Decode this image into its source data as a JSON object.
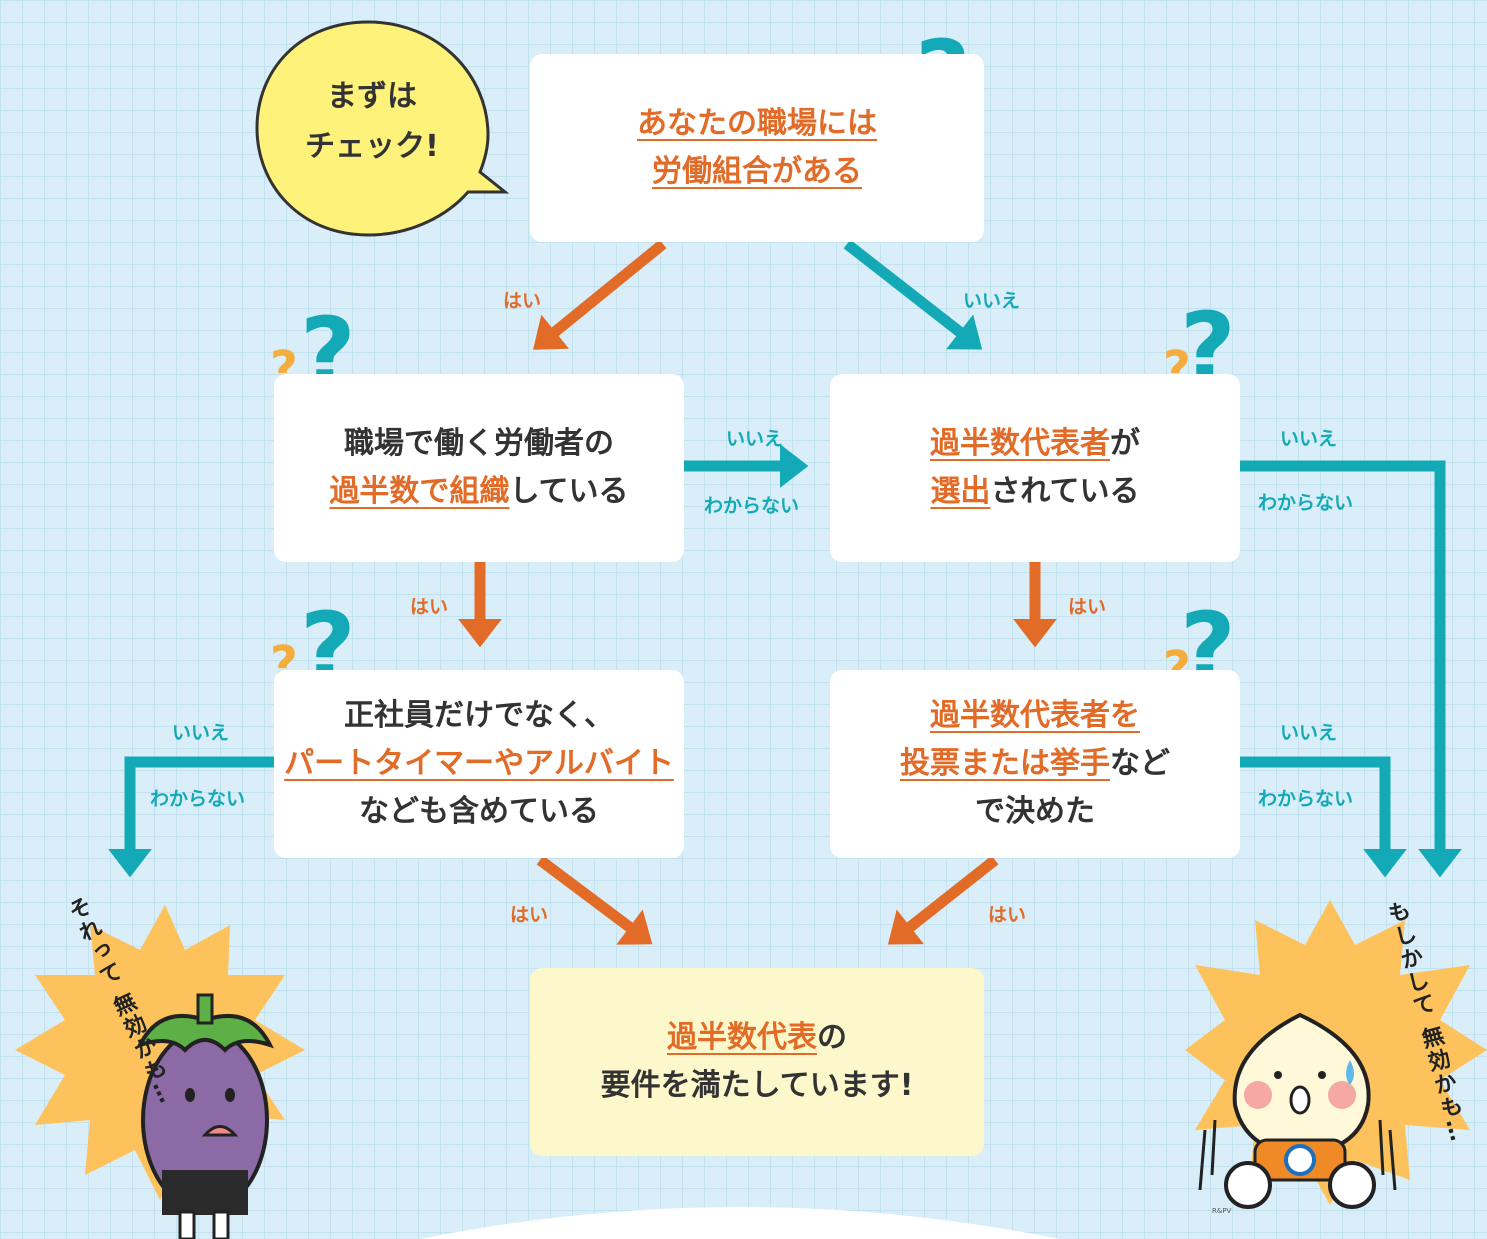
{
  "bubble": {
    "line1": "まずは",
    "line2": "チェック!"
  },
  "nodes": {
    "union": {
      "parts": [
        [
          {
            "t": "あなたの職場には",
            "hl": true
          }
        ],
        [
          {
            "t": "労働組合がある",
            "hl": true
          }
        ]
      ]
    },
    "majority_org": {
      "parts": [
        [
          {
            "t": "職場で働く労働者の",
            "hl": false
          }
        ],
        [
          {
            "t": "過半数で組織",
            "hl": true
          },
          {
            "t": "している",
            "hl": false
          }
        ]
      ]
    },
    "rep_selected": {
      "parts": [
        [
          {
            "t": "過半数代表者",
            "hl": true
          },
          {
            "t": "が",
            "hl": false
          }
        ],
        [
          {
            "t": "選出",
            "hl": true
          },
          {
            "t": "されている",
            "hl": false
          }
        ]
      ]
    },
    "includes_part": {
      "parts": [
        [
          {
            "t": "正社員だけでなく、",
            "hl": false
          }
        ],
        [
          {
            "t": "パートタイマーやアルバイト",
            "hl": true
          }
        ],
        [
          {
            "t": "なども含めている",
            "hl": false
          }
        ]
      ]
    },
    "vote": {
      "parts": [
        [
          {
            "t": "過半数代表者を",
            "hl": true
          }
        ],
        [
          {
            "t": "投票または挙手",
            "hl": true
          },
          {
            "t": "など",
            "hl": false
          }
        ],
        [
          {
            "t": "で決めた",
            "hl": false
          }
        ]
      ]
    },
    "result": {
      "parts": [
        [
          {
            "t": "過半数代表",
            "hl": true
          },
          {
            "t": "の",
            "hl": false
          }
        ],
        [
          {
            "t": "要件を満たしています!",
            "hl": false
          }
        ]
      ]
    }
  },
  "labels": {
    "yes": "はい",
    "no": "いいえ",
    "unknown": "わからない"
  },
  "characters": {
    "eggplant_text": [
      "それって",
      "無効かも…"
    ],
    "onion_text": [
      "もしかして",
      "無効かも…"
    ]
  },
  "credit": "R&PV",
  "colors": {
    "orange": "#e26b27",
    "teal": "#13a9b6",
    "bubble": "#fff27a",
    "burst": "#fdc25c",
    "result_bg": "#fdf8cc"
  }
}
